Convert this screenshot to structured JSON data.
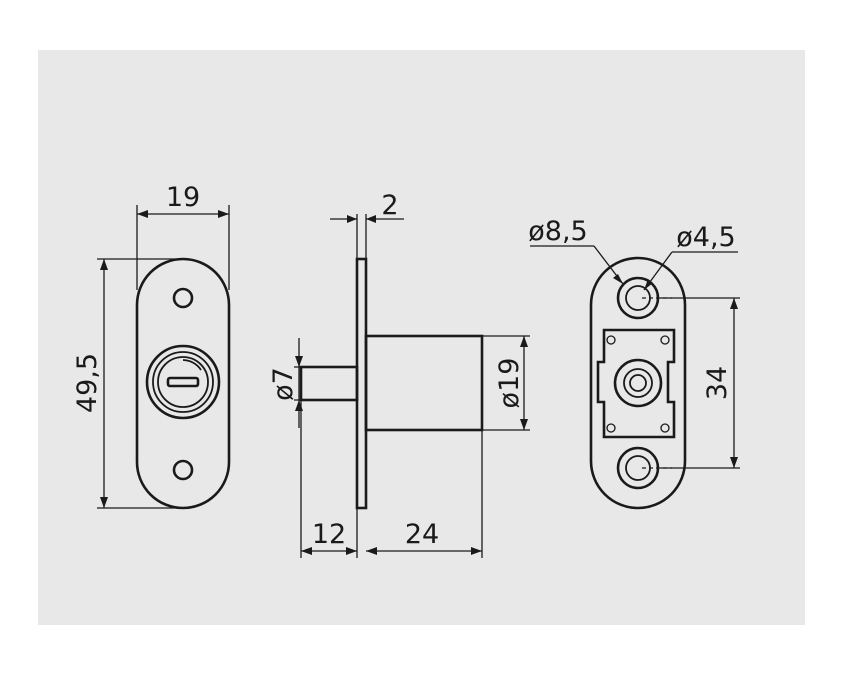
{
  "colors": {
    "background": "#e8e8e8",
    "page": "#ffffff",
    "ink": "#1a1a1a"
  },
  "front_view": {
    "width_label": "19",
    "height_label": "49,5"
  },
  "side_view": {
    "plate_thickness_label": "2",
    "bolt_diameter_label": "ø7",
    "body_diameter_label": "ø19",
    "bolt_length_label": "12",
    "body_length_label": "24"
  },
  "back_view": {
    "counterbore_label": "ø8,5",
    "hole_label": "ø4,5",
    "hole_spacing_label": "34"
  }
}
